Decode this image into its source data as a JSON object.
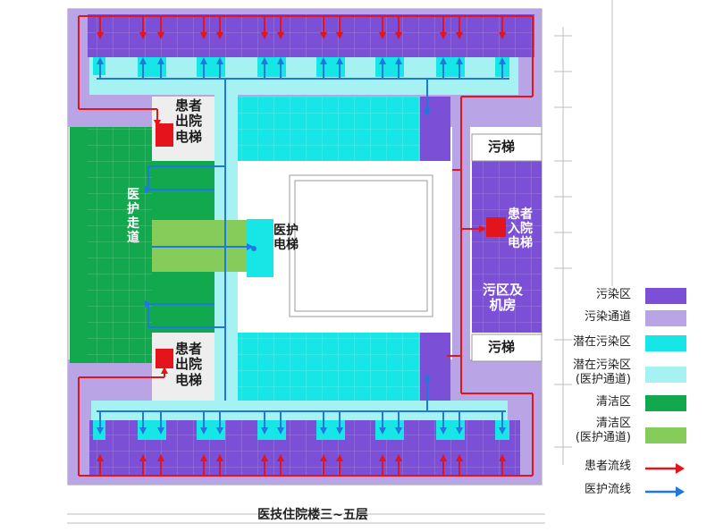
{
  "caption": "医技住院楼三~五层",
  "labels": {
    "patient_exit_elevator_top": "患者\n出院\n电梯",
    "patient_exit_elevator_bottom": "患者\n出院\n电梯",
    "medical_corridor": "医\n护\n走\n道",
    "medical_elevator": "医护\n电梯",
    "dirty_elevator_top": "污梯",
    "dirty_elevator_bottom": "污梯",
    "patient_admit_elevator": "患者\n入院\n电梯",
    "dirty_zone_machine_room": "污区及\n机房"
  },
  "legend": [
    {
      "label": "污染区",
      "color": "#7b4fd6",
      "kind": "swatch"
    },
    {
      "label": "污染通道",
      "color": "#b9a4e6",
      "kind": "swatch"
    },
    {
      "label": "潜在污染区",
      "color": "#17e6e6",
      "kind": "swatch"
    },
    {
      "label": "潜在污染区\n(医护通道)",
      "color": "#a6f2f2",
      "kind": "swatch"
    },
    {
      "label": "清洁区",
      "color": "#12a84e",
      "kind": "swatch"
    },
    {
      "label": "清洁区\n(医护通道)",
      "color": "#86cc5a",
      "kind": "swatch"
    },
    {
      "label": "患者流线",
      "color": "#e3141c",
      "kind": "arrow"
    },
    {
      "label": "医护流线",
      "color": "#1e78e0",
      "kind": "arrow"
    }
  ]
}
